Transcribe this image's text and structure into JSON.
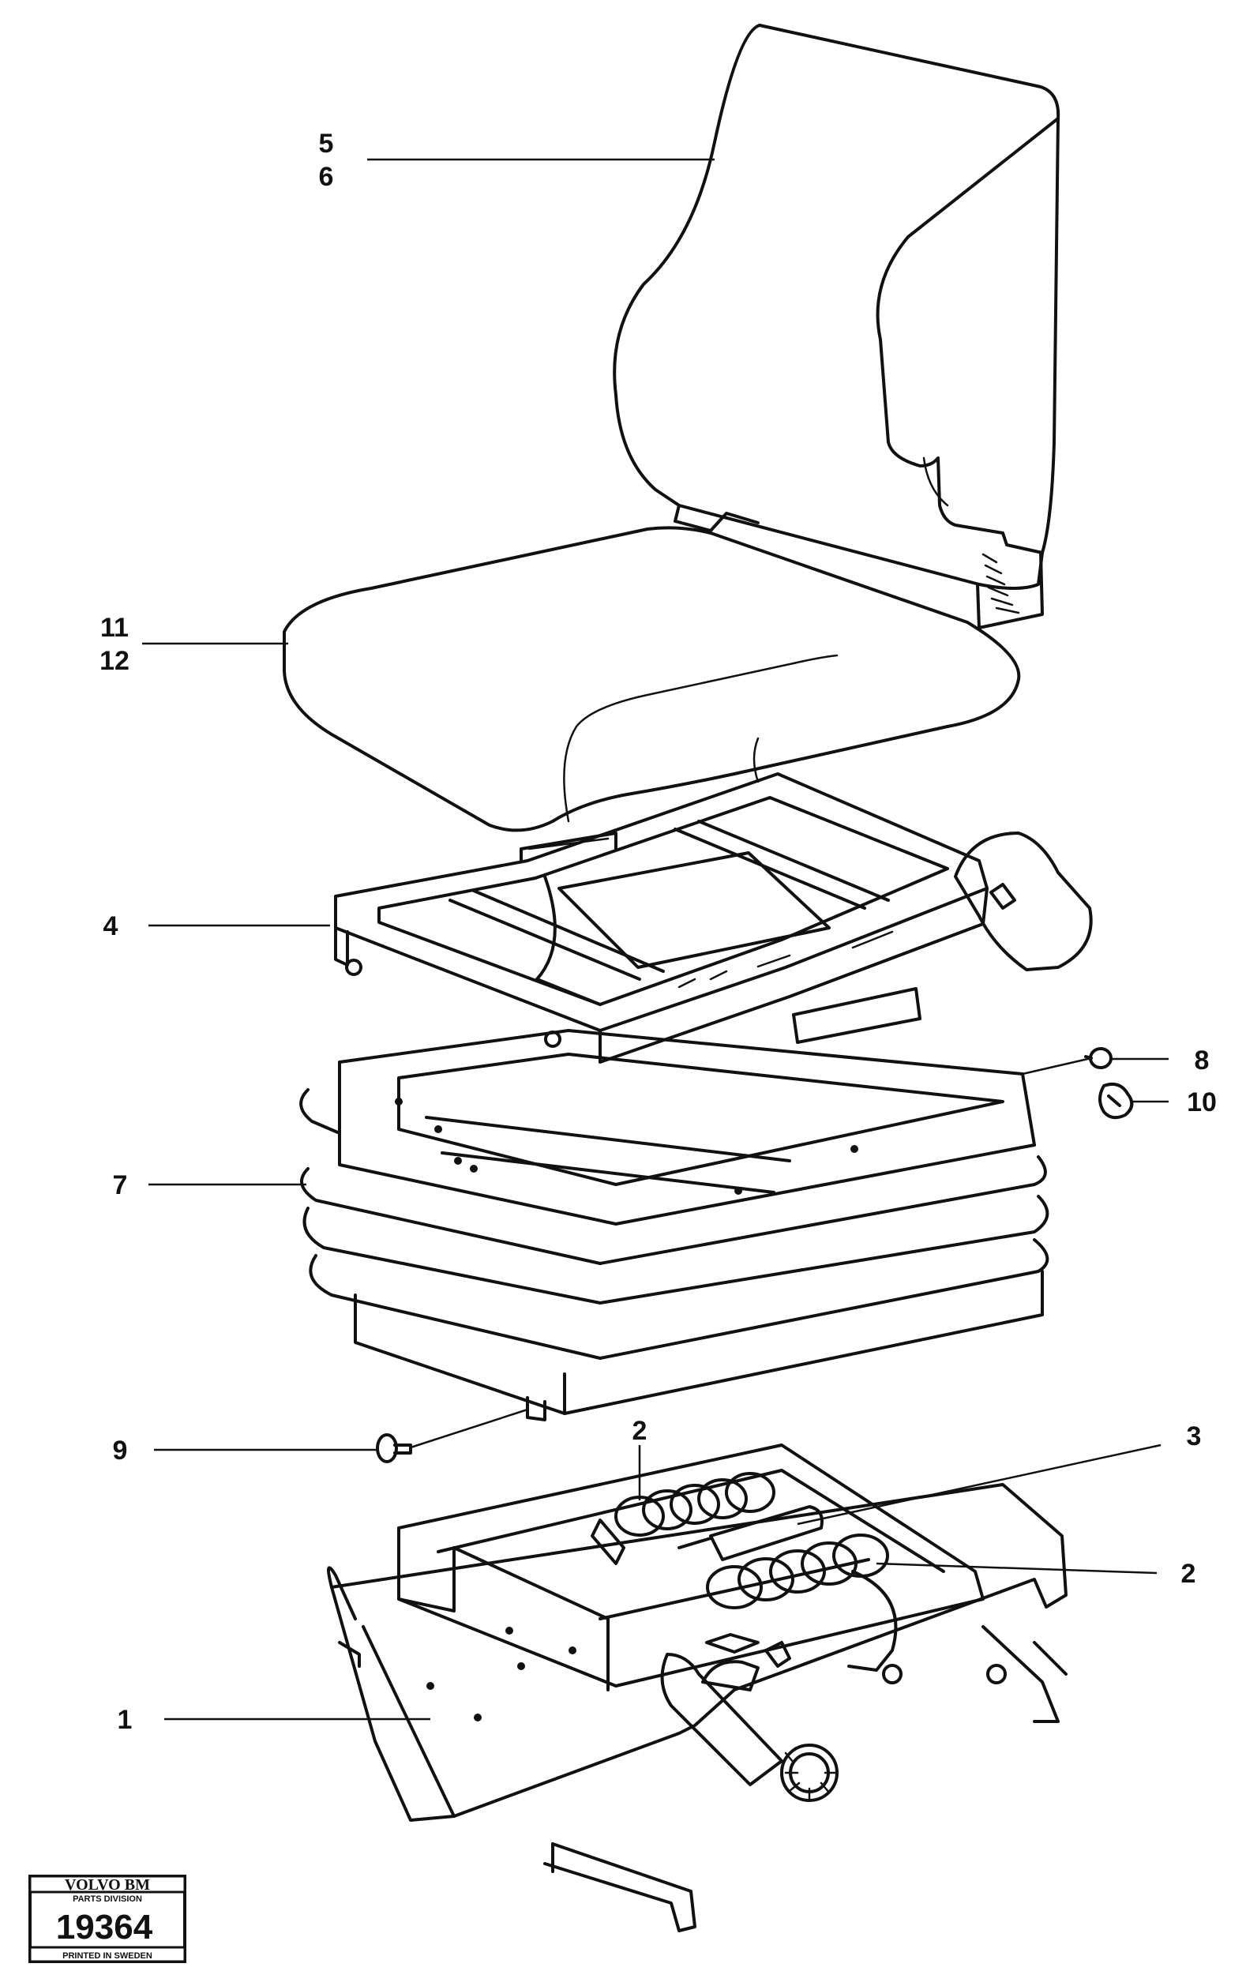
{
  "callouts": [
    {
      "id": "backrest",
      "lines": [
        "5",
        "6"
      ]
    },
    {
      "id": "cushion",
      "lines": [
        "11",
        "12"
      ]
    },
    {
      "id": "frame",
      "lines": [
        "4"
      ]
    },
    {
      "id": "knob",
      "lines": [
        "8"
      ]
    },
    {
      "id": "clip",
      "lines": [
        "10"
      ]
    },
    {
      "id": "bellows",
      "lines": [
        "7"
      ]
    },
    {
      "id": "screw",
      "lines": [
        "9"
      ]
    },
    {
      "id": "spring-left",
      "lines": [
        "2"
      ]
    },
    {
      "id": "damper",
      "lines": [
        "3"
      ]
    },
    {
      "id": "spring-right",
      "lines": [
        "2"
      ]
    },
    {
      "id": "rail",
      "lines": [
        "1"
      ]
    }
  ],
  "stamp": {
    "brand": "VOLVO BM",
    "division": "PARTS DIVISION",
    "number": "19364",
    "printed": "PRINTED IN SWEDEN"
  }
}
